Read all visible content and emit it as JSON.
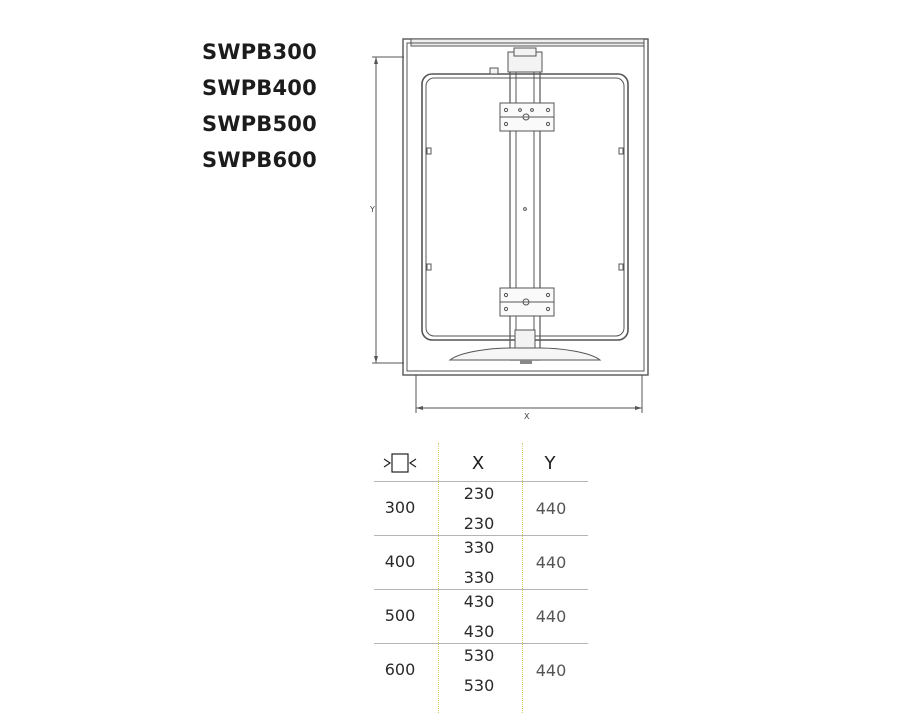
{
  "models": [
    "SWPB300",
    "SWPB400",
    "SWPB500",
    "SWPB600"
  ],
  "drawing": {
    "x_label": "X",
    "y_label": "Y"
  },
  "table": {
    "headers": {
      "x": "X",
      "y": "Y"
    },
    "rows": [
      {
        "width": "300",
        "x_values": [
          "230",
          "230"
        ],
        "y": "440"
      },
      {
        "width": "400",
        "x_values": [
          "330",
          "330"
        ],
        "y": "440"
      },
      {
        "width": "500",
        "x_values": [
          "430",
          "430"
        ],
        "y": "440"
      },
      {
        "width": "600",
        "x_values": [
          "530",
          "530"
        ],
        "y": "440"
      }
    ]
  },
  "icons": {
    "width_icon": "cabinet-width-icon"
  }
}
